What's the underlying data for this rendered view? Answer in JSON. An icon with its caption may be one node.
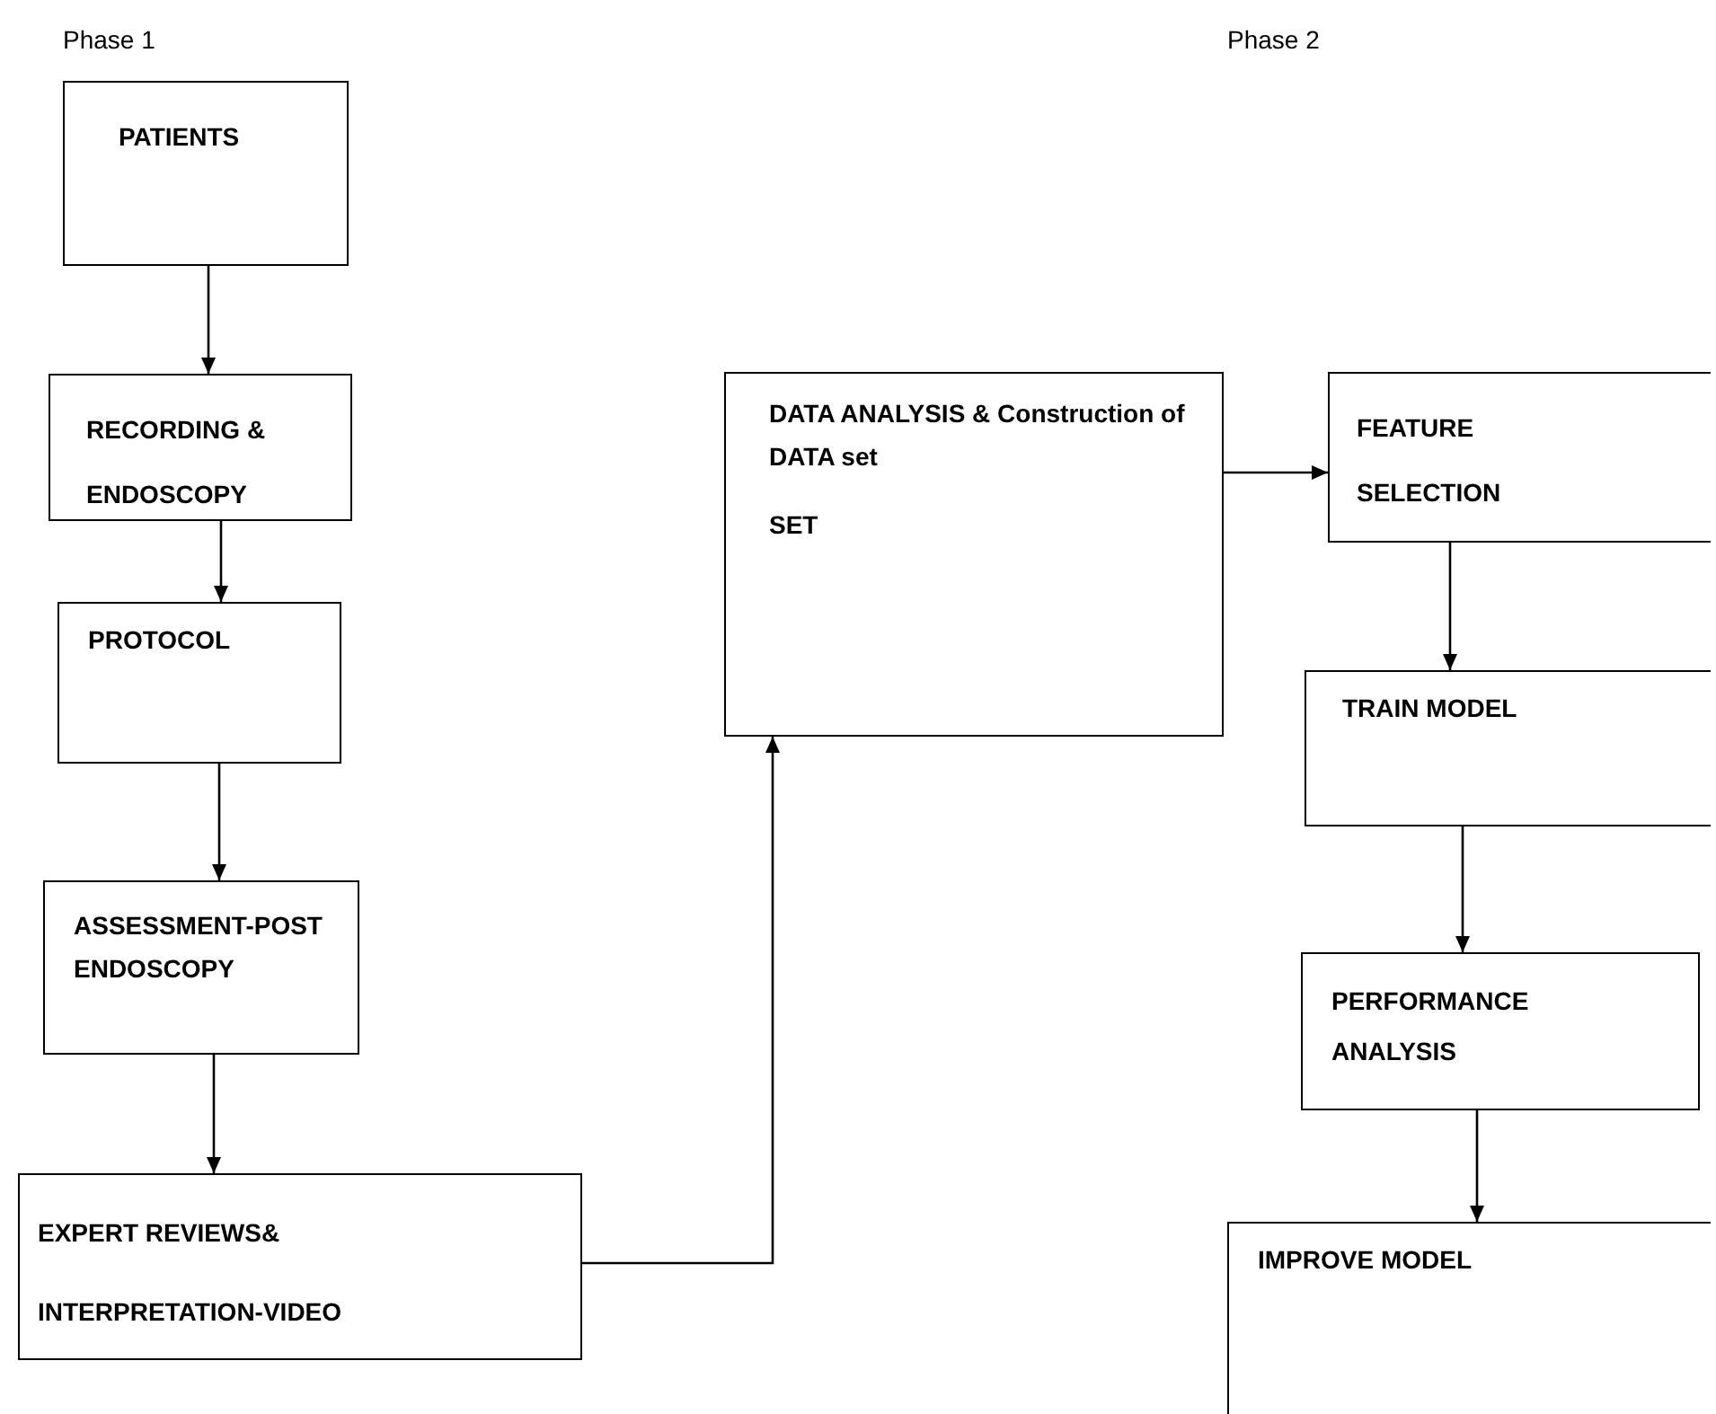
{
  "diagram": {
    "nodes": [
      {
        "text": [
          "PATIENTS"
        ]
      },
      {
        "text": [
          "RECORDING & ENDOSCOPY"
        ]
      },
      {
        "text": [
          "PROTOCOL"
        ]
      },
      {
        "text": [
          "ASSESSMENT-POST ENDOSCOPY"
        ]
      },
      {
        "text": [
          "EXPERT REVIEWS& INTERPRETATION-VIDEO"
        ]
      },
      {
        "text": [
          "DATA ANALYSIS & Construction of DATA set",
          "SET"
        ]
      },
      {
        "text": [
          "FEATURE SELECTION"
        ]
      },
      {
        "text": [
          "TRAIN MODEL"
        ]
      },
      {
        "text": [
          "PERFORMANCE ANALYSIS"
        ]
      },
      {
        "text": [
          "IMPROVE MODEL"
        ]
      }
    ],
    "edges": [
      {
        "from": 0,
        "to": 1,
        "arrow": "to"
      },
      {
        "from": 1,
        "to": 2,
        "arrow": "to"
      },
      {
        "from": 2,
        "to": 3,
        "arrow": "to"
      },
      {
        "from": 3,
        "to": 4,
        "arrow": "to"
      },
      {
        "from": 4,
        "to": 5,
        "arrow": "to"
      },
      {
        "from": 5,
        "to": 6,
        "arrow": "to"
      },
      {
        "from": 6,
        "to": 7,
        "arrow": "to"
      },
      {
        "from": 7,
        "to": 8,
        "arrow": "to"
      },
      {
        "from": 8,
        "to": 9,
        "arrow": "to"
      }
    ],
    "labels": [
      "Phase 1",
      "Phase 2"
    ]
  }
}
